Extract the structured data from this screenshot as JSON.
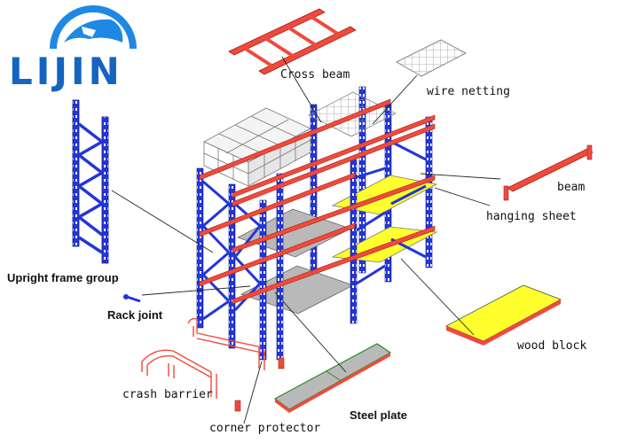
{
  "brand": {
    "name": "LIJIN",
    "color": "#1565c0",
    "globe_color": "#1e88e5"
  },
  "colors": {
    "upright": "#2236d9",
    "beam": "#f04a3c",
    "deck_yellow": "#ffff2e",
    "steel_gray": "#b9b9b9",
    "wire": "#9a9a9a",
    "leader": "#222222"
  },
  "labels": {
    "cross_beam": "Cross beam",
    "wire_netting": "wire netting",
    "beam": "beam",
    "hanging_sheet": "hanging sheet",
    "upright_frame_group": "Upright frame group",
    "rack_joint": "Rack joint",
    "wood_block": "wood block",
    "crash_barrier": "crash barrier",
    "steel_plate": "Steel plate",
    "corner_protector": "corner protector"
  }
}
